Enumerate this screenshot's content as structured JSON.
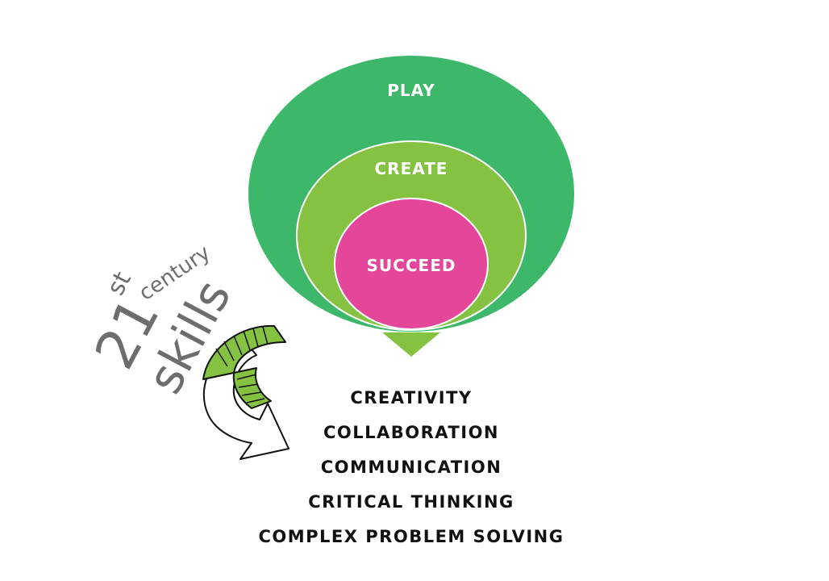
{
  "diagram": {
    "circles": [
      {
        "label": "PLAY",
        "color": "#3db86a"
      },
      {
        "label": "CREATE",
        "color": "#86c242"
      },
      {
        "label": "SUCCEED",
        "color": "#e4469a"
      }
    ],
    "pointer_color": "#86c242"
  },
  "side_label": {
    "number": "21",
    "ordinal": "st",
    "word": "century",
    "big_word": "skills",
    "text_color": "#6d6d6d",
    "arrow_color": "#86c242"
  },
  "skills": [
    "CREATIVITY",
    "COLLABORATION",
    "COMMUNICATION",
    "CRITICAL THINKING",
    "COMPLEX PROBLEM SOLVING"
  ]
}
